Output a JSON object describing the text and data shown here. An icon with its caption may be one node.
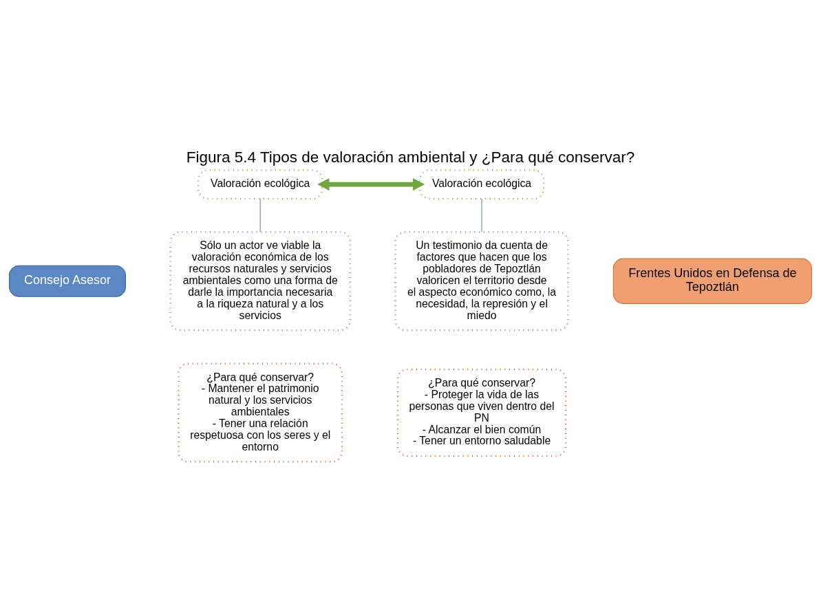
{
  "diagram": {
    "title": "Figura 5.4 Tipos de valoración ambiental y ¿Para qué conservar?",
    "nodes": [
      {
        "text": [
          "Consejo Asesor"
        ]
      },
      {
        "text": [
          "Valoración ecológica"
        ]
      },
      {
        "text": [
          "Sólo un actor ve viable la valoración económica de los recursos naturales y servicios ambientales como una forma de darle la importancia necesaria a la riqueza natural y a los servicios"
        ]
      },
      {
        "text": [
          "¿Para qué conservar?",
          "- Mantener el patrimonio natural y los servicios ambientales",
          "- Tener una relación respetuosa con los seres y el entorno"
        ]
      },
      {
        "text": [
          "Valoración ecológica"
        ]
      },
      {
        "text": [
          "Un testimonio da cuenta de factores que hacen que los pobladores de Tepoztlán valoricen el territorio desde el aspecto económico como, la necesidad, la represión y el miedo"
        ]
      },
      {
        "text": [
          "¿Para qué conservar?",
          "- Proteger la vida de las personas que viven dentro del PN",
          "- Alcanzar el bien común",
          "- Tener un entorno saludable"
        ]
      },
      {
        "text": [
          "Frentes Unidos en Defensa de Tepoztlán"
        ]
      }
    ],
    "edges": [
      {
        "from": 1,
        "to": 4,
        "arrow": "both",
        "style": "thick",
        "color": "#70a83c"
      },
      {
        "from": 1,
        "to": 2,
        "arrow": "none"
      },
      {
        "from": 4,
        "to": 5,
        "arrow": "none"
      }
    ]
  }
}
